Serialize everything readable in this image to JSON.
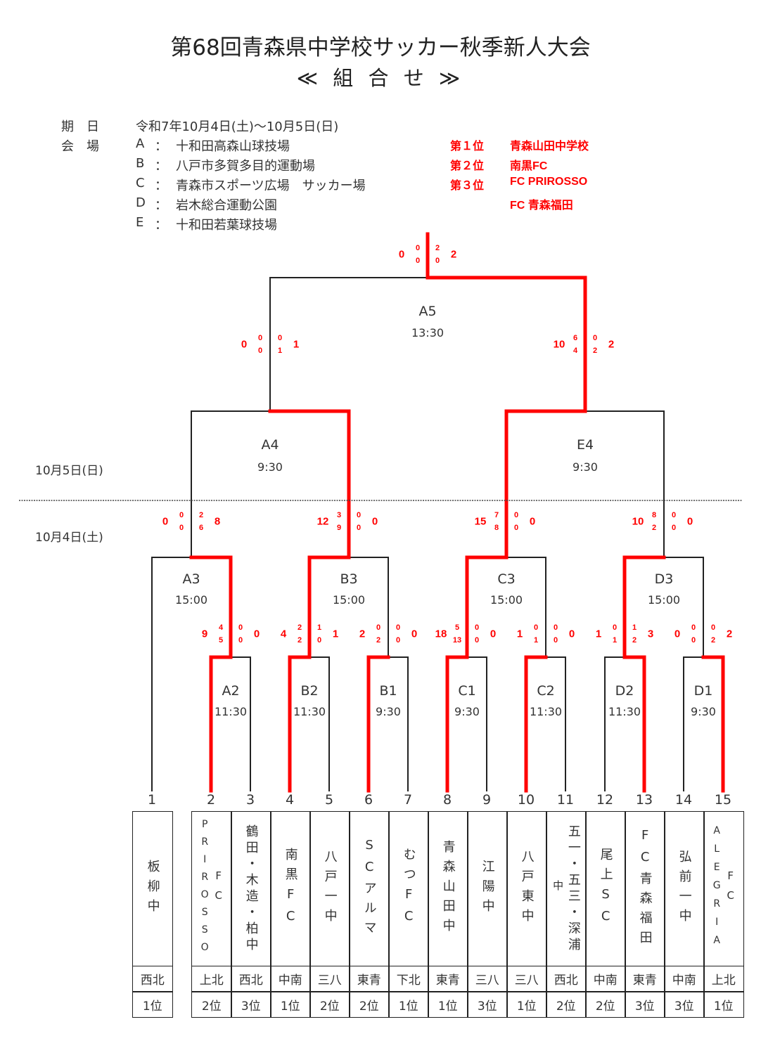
{
  "header": {
    "title": "第68回青森県中学校サッカー秋季新人大会",
    "subtitle": "≪ 組 合 せ ≫"
  },
  "info": {
    "date_label": "期　日",
    "date_value": "令和7年10月4日(土)～10月5日(日)",
    "venue_label": "会　場",
    "venues": [
      {
        "code": "A",
        "sep": "：",
        "name": "十和田高森山球技場"
      },
      {
        "code": "B",
        "sep": "：",
        "name": "八戸市多賀多目的運動場"
      },
      {
        "code": "C",
        "sep": "：",
        "name": "青森市スポーツ広場　サッカー場"
      },
      {
        "code": "D",
        "sep": "：",
        "name": "岩木総合運動公園"
      },
      {
        "code": "E",
        "sep": "：",
        "name": "十和田若葉球技場"
      }
    ]
  },
  "results": [
    {
      "place": "第１位",
      "team": "青森山田中学校"
    },
    {
      "place": "第２位",
      "team": "南黒FC"
    },
    {
      "place": "第３位",
      "team": "FC PRIROSSO"
    },
    {
      "place": "",
      "team": "FC 青森福田"
    }
  ],
  "days": {
    "day2": "10月5日(日)",
    "day1": "10月4日(土)"
  },
  "matches": {
    "A2": {
      "name": "A2",
      "time": "11:30",
      "left_total": "9",
      "left_halves": [
        "4",
        "5"
      ],
      "right_halves": [
        "0",
        "0"
      ],
      "right_total": "0",
      "winner": "left"
    },
    "B2": {
      "name": "B2",
      "time": "11:30",
      "left_total": "4",
      "left_halves": [
        "2",
        "2"
      ],
      "right_halves": [
        "1",
        "0"
      ],
      "right_total": "1",
      "winner": "left"
    },
    "B1": {
      "name": "B1",
      "time": "9:30",
      "left_total": "2",
      "left_halves": [
        "0",
        "2"
      ],
      "right_halves": [
        "0",
        "0"
      ],
      "right_total": "0",
      "winner": "left"
    },
    "C1": {
      "name": "C1",
      "time": "9:30",
      "left_total": "18",
      "left_halves": [
        "5",
        "13"
      ],
      "right_halves": [
        "0",
        "0"
      ],
      "right_total": "0",
      "winner": "left"
    },
    "C2": {
      "name": "C2",
      "time": "11:30",
      "left_total": "1",
      "left_halves": [
        "0",
        "1"
      ],
      "right_halves": [
        "0",
        "0"
      ],
      "right_total": "0",
      "winner": "left"
    },
    "D2": {
      "name": "D2",
      "time": "11:30",
      "left_total": "1",
      "left_halves": [
        "0",
        "1"
      ],
      "right_halves": [
        "1",
        "2"
      ],
      "right_total": "3",
      "winner": "right"
    },
    "D1": {
      "name": "D1",
      "time": "9:30",
      "left_total": "0",
      "left_halves": [
        "0",
        "0"
      ],
      "right_halves": [
        "0",
        "2"
      ],
      "right_total": "2",
      "winner": "right"
    },
    "A3": {
      "name": "A3",
      "time": "15:00",
      "left_total": "0",
      "left_halves": [
        "0",
        "0"
      ],
      "right_halves": [
        "2",
        "6"
      ],
      "right_total": "8",
      "winner": "right"
    },
    "B3": {
      "name": "B3",
      "time": "15:00",
      "left_total": "12",
      "left_halves": [
        "3",
        "9"
      ],
      "right_halves": [
        "0",
        "0"
      ],
      "right_total": "0",
      "winner": "left"
    },
    "C3": {
      "name": "C3",
      "time": "15:00",
      "left_total": "15",
      "left_halves": [
        "7",
        "8"
      ],
      "right_halves": [
        "0",
        "0"
      ],
      "right_total": "0",
      "winner": "left"
    },
    "D3": {
      "name": "D3",
      "time": "15:00",
      "left_total": "10",
      "left_halves": [
        "8",
        "2"
      ],
      "right_halves": [
        "0",
        "0"
      ],
      "right_total": "0",
      "winner": "left"
    },
    "A4": {
      "name": "A4",
      "time": "9:30",
      "left_total": "0",
      "left_halves": [
        "0",
        "0"
      ],
      "right_halves": [
        "0",
        "1"
      ],
      "right_total": "1",
      "winner": "right"
    },
    "E4": {
      "name": "E4",
      "time": "9:30",
      "left_total": "10",
      "left_halves": [
        "6",
        "4"
      ],
      "right_halves": [
        "0",
        "2"
      ],
      "right_total": "2",
      "winner": "left"
    },
    "A5": {
      "name": "A5",
      "time": "13:30",
      "left_total": "0",
      "left_halves": [
        "0",
        "0"
      ],
      "right_halves": [
        "2",
        "0"
      ],
      "right_total": "2",
      "winner": "right"
    }
  },
  "teams": [
    {
      "no": "1",
      "name_lines": [
        "板柳中"
      ],
      "region": "西北",
      "rank": "1位"
    },
    {
      "no": "2",
      "name_lines": [
        "FC",
        "PRIROSSO"
      ],
      "region": "上北",
      "rank": "2位"
    },
    {
      "no": "3",
      "name_lines": [
        "鶴田・木造・柏中"
      ],
      "region": "西北",
      "rank": "3位"
    },
    {
      "no": "4",
      "name_lines": [
        "南黒FC"
      ],
      "region": "中南",
      "rank": "1位"
    },
    {
      "no": "5",
      "name_lines": [
        "八戸一中"
      ],
      "region": "三八",
      "rank": "2位"
    },
    {
      "no": "6",
      "name_lines": [
        "SCアルマ"
      ],
      "region": "東青",
      "rank": "2位"
    },
    {
      "no": "7",
      "name_lines": [
        "むつFC"
      ],
      "region": "下北",
      "rank": "1位"
    },
    {
      "no": "8",
      "name_lines": [
        "青森山田中"
      ],
      "region": "東青",
      "rank": "1位"
    },
    {
      "no": "9",
      "name_lines": [
        "江陽中"
      ],
      "region": "三八",
      "rank": "3位"
    },
    {
      "no": "10",
      "name_lines": [
        "八戸東中"
      ],
      "region": "三八",
      "rank": "1位"
    },
    {
      "no": "11",
      "name_lines": [
        "五一・五三・深浦",
        "中"
      ],
      "region": "西北",
      "rank": "2位"
    },
    {
      "no": "12",
      "name_lines": [
        "尾上SC"
      ],
      "region": "中南",
      "rank": "2位"
    },
    {
      "no": "13",
      "name_lines": [
        "FC青森福田"
      ],
      "region": "東青",
      "rank": "3位"
    },
    {
      "no": "14",
      "name_lines": [
        "弘前一中"
      ],
      "region": "中南",
      "rank": "3位"
    },
    {
      "no": "15",
      "name_lines": [
        "FC",
        "ALEGRIA"
      ],
      "region": "上北",
      "rank": "1位"
    }
  ],
  "colors": {
    "winner_line": "#ff0000",
    "line": "#222222",
    "result_text": "#ff0000"
  }
}
